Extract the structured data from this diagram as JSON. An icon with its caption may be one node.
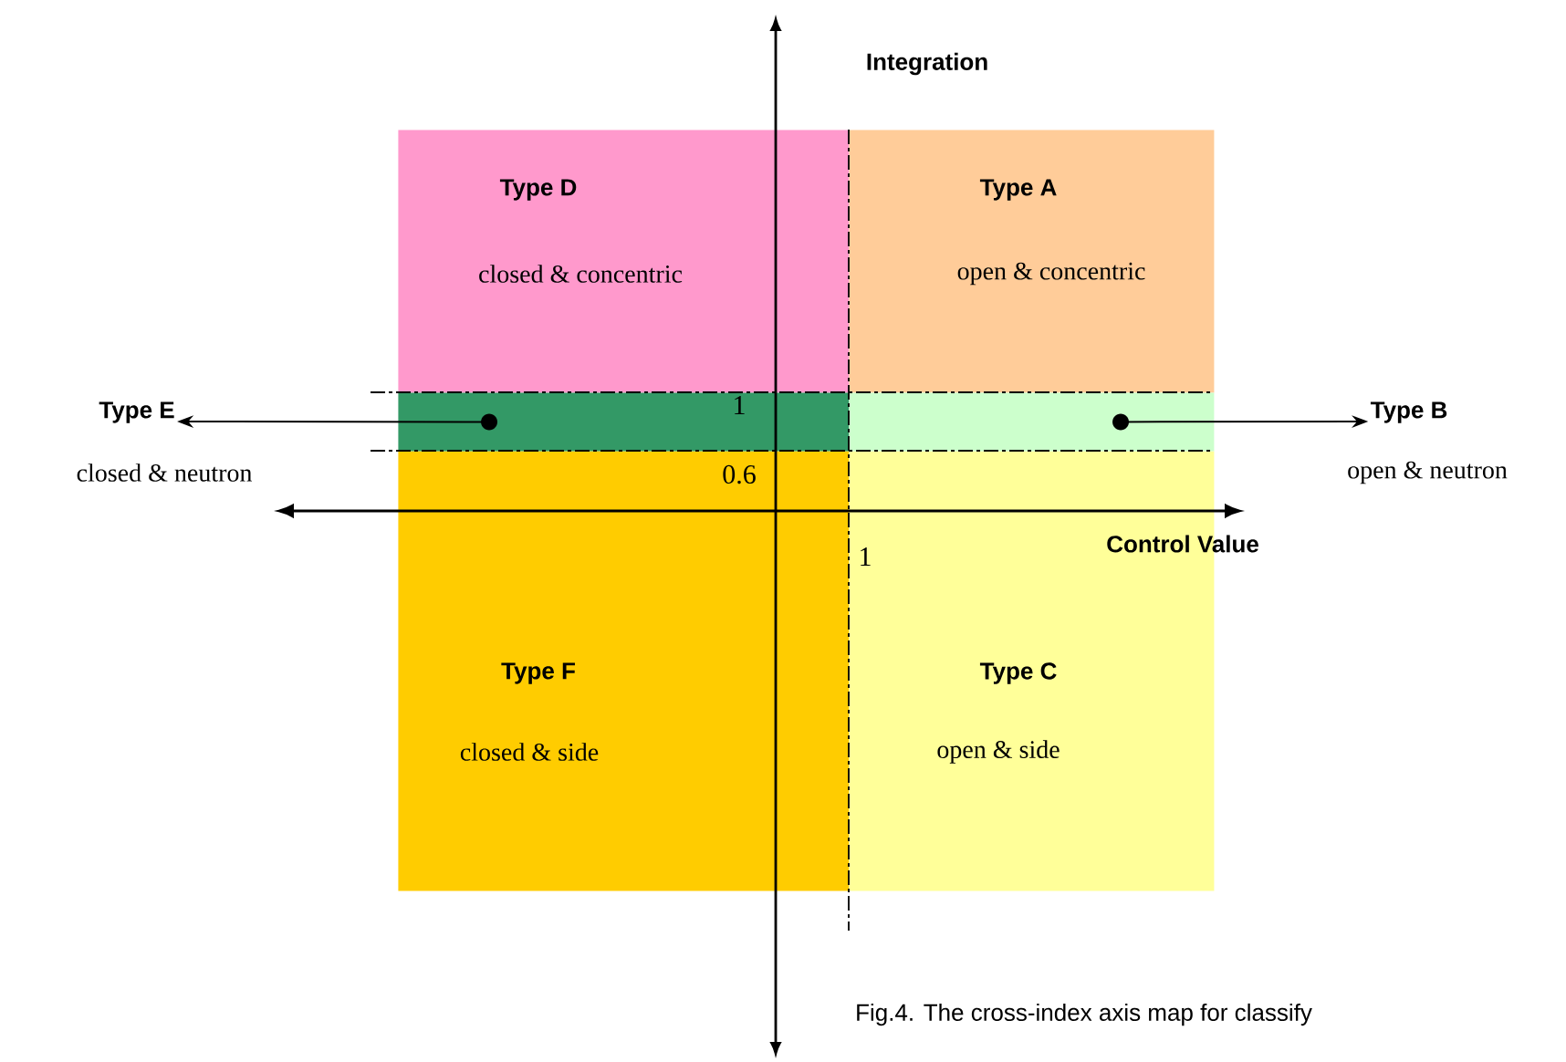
{
  "diagram": {
    "caption": "Fig.4. The cross-index axis map for classify",
    "nodes": [
      {
        "text": [
          "Type D",
          "closed & concentric"
        ]
      },
      {
        "text": [
          "Type A",
          "open & concentric"
        ]
      },
      {
        "text": [
          "Type F",
          "closed & side"
        ]
      },
      {
        "text": [
          "Type C",
          "open & side"
        ]
      },
      {
        "text": [],
        "shape": "bar"
      },
      {
        "text": [],
        "shape": "bar"
      },
      {
        "text": [
          "Type E",
          "closed & neutron"
        ]
      },
      {
        "text": [
          "Type B",
          "open & neutron"
        ]
      }
    ],
    "edges": [
      {
        "from": 4,
        "to": 6,
        "arrow": "to"
      },
      {
        "from": 5,
        "to": 7,
        "arrow": "to"
      }
    ],
    "labels": [
      "Integration",
      "1",
      "0.6",
      "Control Value",
      "1"
    ]
  }
}
